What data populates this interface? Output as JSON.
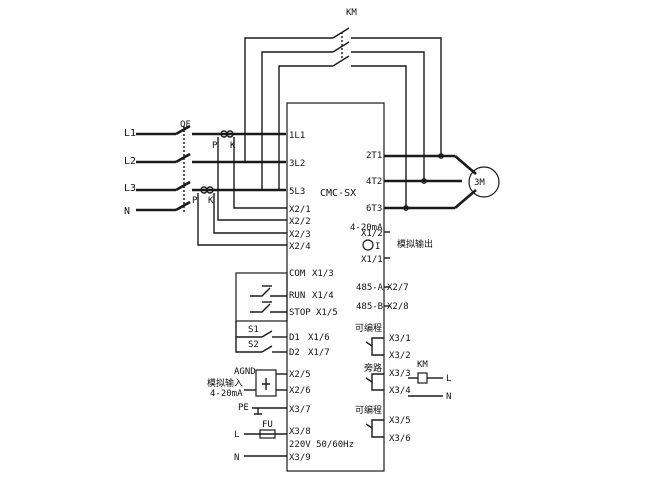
{
  "labels": {
    "km_top": "KM",
    "qf": "QF",
    "l1": "L1",
    "l2": "L2",
    "l3": "L3",
    "n": "N",
    "p1": "P",
    "k1": "K",
    "p2": "P",
    "k2": "K",
    "t_1l1": "1L1",
    "t_3l2": "3L2",
    "t_5l3": "5L3",
    "t_x21": "X2/1",
    "t_x22": "X2/2",
    "t_x23": "X2/3",
    "t_x24": "X2/4",
    "model": "CMC-SX",
    "t_2t1": "2T1",
    "t_4t2": "4T2",
    "t_6t3": "6T3",
    "motor": "3M",
    "ma_top": "4-20mA",
    "t_x12": "X1/2",
    "analog_out": "模拟输出",
    "t_x11": "X1/1",
    "meter": "I",
    "t_com": "COM",
    "t_x13": "X1/3",
    "t_run": "RUN",
    "t_x14": "X1/4",
    "t_stop": "STOP",
    "t_x15": "X1/5",
    "s1": "S1",
    "s2": "S2",
    "t_d1": "D1",
    "t_x16": "X1/6",
    "t_d2": "D2",
    "t_x17": "X1/7",
    "t_agnd": "AGND",
    "t_x25": "X2/5",
    "analog_in": "模拟输入",
    "ma_in": "4-20mA",
    "t_x26": "X2/6",
    "pe": "PE",
    "t_x37": "X3/7",
    "l_bottom": "L",
    "fu": "FU",
    "t_x38": "X3/8",
    "supply": "220V 50/60Hz",
    "n_bottom": "N",
    "t_x39": "X3/9",
    "rs_a": "485-A",
    "t_x27": "X2/7",
    "rs_b": "485-B",
    "t_x28": "X2/8",
    "prog1": "可编程",
    "t_x31": "X3/1",
    "t_x32": "X3/2",
    "bypass": "旁路",
    "t_x33": "X3/3",
    "t_x34": "X3/4",
    "km_right": "KM",
    "l_right": "L",
    "n_right": "N",
    "prog2": "可编程",
    "t_x35": "X3/5",
    "t_x36": "X3/6"
  }
}
